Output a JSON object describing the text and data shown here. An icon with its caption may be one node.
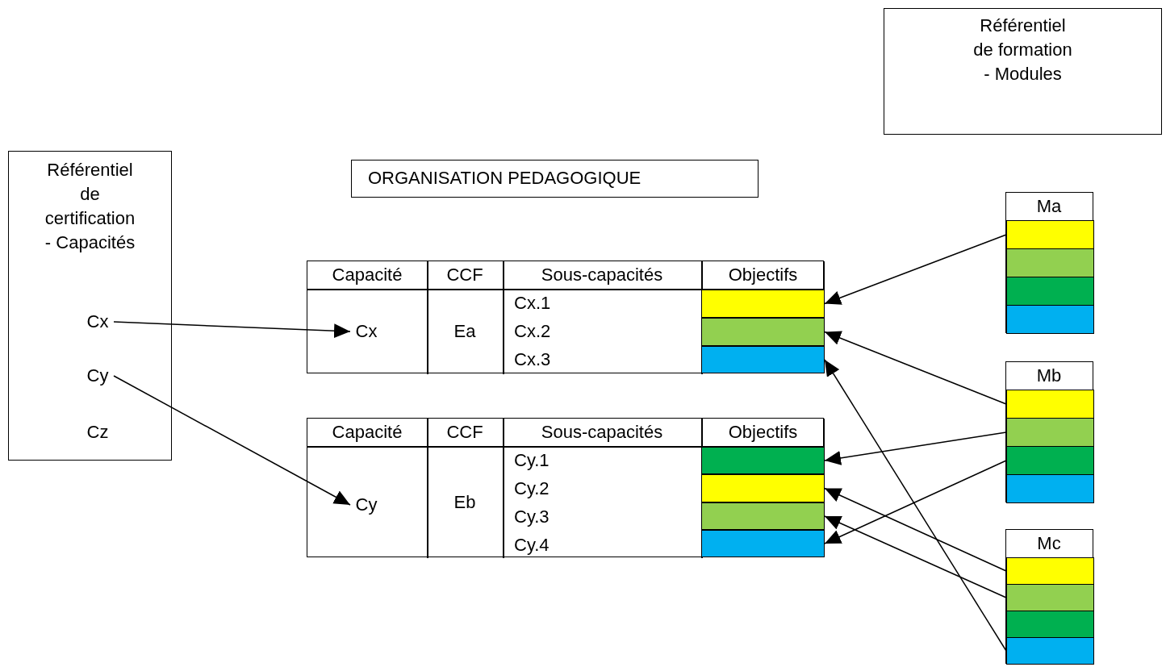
{
  "diagram": {
    "nodes": [
      {
        "text": [
          "Référentiel de certification - Capacités"
        ]
      },
      {
        "text": [
          "Cx"
        ],
        "in": 0
      },
      {
        "text": [
          "Cy"
        ],
        "in": 0
      },
      {
        "text": [
          "Cz"
        ],
        "in": 0
      },
      {
        "text": [
          "ORGANISATION PEDAGOGIQUE"
        ]
      },
      {
        "text": [
          "Référentiel de formation - Modules"
        ]
      },
      {
        "text": [],
        "shape": "box"
      },
      {
        "text": [
          "Cx"
        ],
        "in": 6
      },
      {
        "text": [],
        "shape": "box",
        "in": 6
      },
      {
        "text": [],
        "shape": "box",
        "in": 6
      },
      {
        "text": [],
        "shape": "box",
        "in": 6
      },
      {
        "text": [],
        "shape": "box"
      },
      {
        "text": [
          "Cy"
        ],
        "in": 11
      },
      {
        "text": [],
        "shape": "box",
        "in": 11
      },
      {
        "text": [],
        "shape": "box",
        "in": 11
      },
      {
        "text": [],
        "shape": "box",
        "in": 11
      },
      {
        "text": [],
        "shape": "box",
        "in": 11
      },
      {
        "text": [
          "Ma"
        ]
      },
      {
        "text": [],
        "shape": "box",
        "in": 17
      },
      {
        "text": [],
        "shape": "box",
        "in": 17
      },
      {
        "text": [],
        "shape": "box",
        "in": 17
      },
      {
        "text": [],
        "shape": "box",
        "in": 17
      },
      {
        "text": [
          "Mb"
        ]
      },
      {
        "text": [],
        "shape": "box",
        "in": 22
      },
      {
        "text": [],
        "shape": "box",
        "in": 22
      },
      {
        "text": [],
        "shape": "box",
        "in": 22
      },
      {
        "text": [],
        "shape": "box",
        "in": 22
      },
      {
        "text": [
          "Mc"
        ]
      },
      {
        "text": [],
        "shape": "box",
        "in": 27
      },
      {
        "text": [],
        "shape": "box",
        "in": 27
      },
      {
        "text": [],
        "shape": "box",
        "in": 27
      },
      {
        "text": [],
        "shape": "box",
        "in": 27
      }
    ],
    "edges": [
      {
        "from": 1,
        "to": 7,
        "arrow": "to"
      },
      {
        "from": 2,
        "to": 12,
        "arrow": "to"
      },
      {
        "from": 18,
        "to": 8,
        "arrow": "to"
      },
      {
        "from": 23,
        "to": 9,
        "arrow": "to"
      },
      {
        "from": 31,
        "to": 10,
        "arrow": "to"
      },
      {
        "from": 24,
        "to": 13,
        "arrow": "to"
      },
      {
        "from": 25,
        "to": 16,
        "arrow": "to"
      },
      {
        "from": 28,
        "to": 14,
        "arrow": "to"
      },
      {
        "from": 29,
        "to": 15,
        "arrow": "to"
      }
    ],
    "labels": [
      "Capacité",
      "CCF",
      "Sous-capacités",
      "Objectifs",
      "Ea",
      "Cx.1",
      "Cx.2",
      "Cx.3",
      "Capacité",
      "CCF",
      "Sous-capacités",
      "Objectifs",
      "Eb",
      "Cy.1",
      "Cy.2",
      "Cy.3",
      "Cy.4"
    ]
  }
}
